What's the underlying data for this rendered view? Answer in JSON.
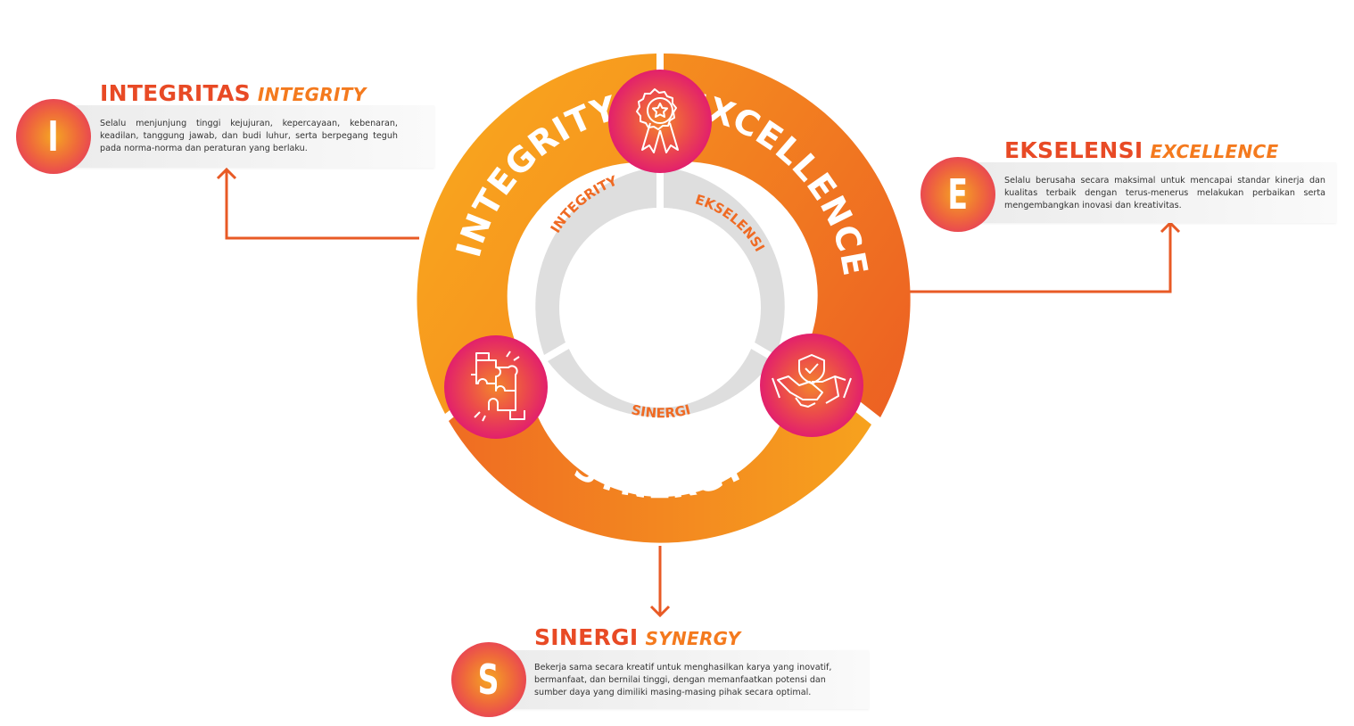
{
  "diagram": {
    "outer_ring": {
      "integrity": "INTEGRITY",
      "excellence": "EXCELLENCE",
      "synergy": "SYNERGY"
    },
    "inner_ring": {
      "integrity": "INTEGRITY",
      "ekselensi": "EKSELENSI",
      "sinergi": "SINERGI"
    },
    "icons": {
      "top": "award-ribbon-icon",
      "left": "puzzle-hands-icon",
      "right": "handshake-shield-icon"
    }
  },
  "values": [
    {
      "key": "integritas",
      "letter": "I",
      "title": "INTEGRITAS",
      "title_en": "INTEGRITY",
      "description": "Selalu menjunjung tinggi kejujuran, kepercayaan, kebenaran, keadilan, tanggung jawab, dan budi luhur, serta berpegang teguh pada norma-norma dan peraturan yang berlaku."
    },
    {
      "key": "ekselensi",
      "letter": "E",
      "title": "EKSELENSI",
      "title_en": "EXCELLENCE",
      "description": "Selalu berusaha secara maksimal untuk mencapai standar kinerja dan kualitas terbaik dengan terus-menerus melakukan perbaikan serta mengembangkan inovasi dan kreativitas."
    },
    {
      "key": "sinergi",
      "letter": "S",
      "title": "SINERGI",
      "title_en": "SYNERGY",
      "description": "Bekerja sama secara kreatif untuk menghasilkan karya yang inovatif, bermanfaat, dan bernilai tinggi, dengan memanfaatkan potensi dan sumber daya yang dimiliki masing-masing  pihak secara optimal."
    }
  ],
  "colors": {
    "primary_orange": "#f47a1e",
    "light_orange": "#f8a21d",
    "title_red": "#e84a25",
    "badge_pink": "#e3246a",
    "inner_gray": "#dcdcdc"
  }
}
